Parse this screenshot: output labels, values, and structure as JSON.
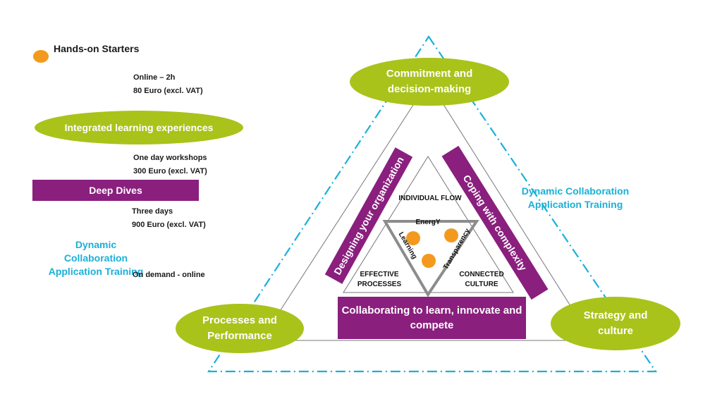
{
  "legend": {
    "starters_label": "Hands-on Starters",
    "starters_price_line1": "Online – 2h",
    "starters_price_line2": "80 Euro (excl. VAT)",
    "integrated_label": "Integrated learning experiences",
    "integrated_price_line1": "One day workshops",
    "integrated_price_line2": "300 Euro (excl. VAT)",
    "deepdives_label": "Deep Dives",
    "deepdives_price_line1": "Three days",
    "deepdives_price_line2": "900 Euro (excl. VAT)",
    "dcat_line1": "Dynamic Collaboration",
    "dcat_line2": "Application Training",
    "dcat_note": "On demand - online"
  },
  "diagram": {
    "top_oval_line1": "Commitment and",
    "top_oval_line2": "decision-making",
    "left_oval_line1": "Processes and",
    "left_oval_line2": "Performance",
    "right_oval_line1": "Strategy and",
    "right_oval_line2": "culture",
    "outer_label_line1": "Dynamic Collaboration",
    "outer_label_line2": "Application Training",
    "left_bar": "Designing your organization",
    "right_bar": "Coping with complexity",
    "bottom_bar_line1": "Collaborating to learn, innovate and",
    "bottom_bar_line2": "compete",
    "individual_flow": "INDIVIDUAL FLOW",
    "effective_line1": "EFFECTIVE",
    "effective_line2": "PROCESSES",
    "connected_line1": "CONNECTED",
    "connected_line2": "CULTURE",
    "energy": "EnergY",
    "learning": "Learning",
    "transparency": "Transparency"
  },
  "colors": {
    "green": "#a9c31b",
    "purple": "#8a1f7e",
    "orange": "#f39a1e",
    "cyan": "#1ab0d8"
  }
}
